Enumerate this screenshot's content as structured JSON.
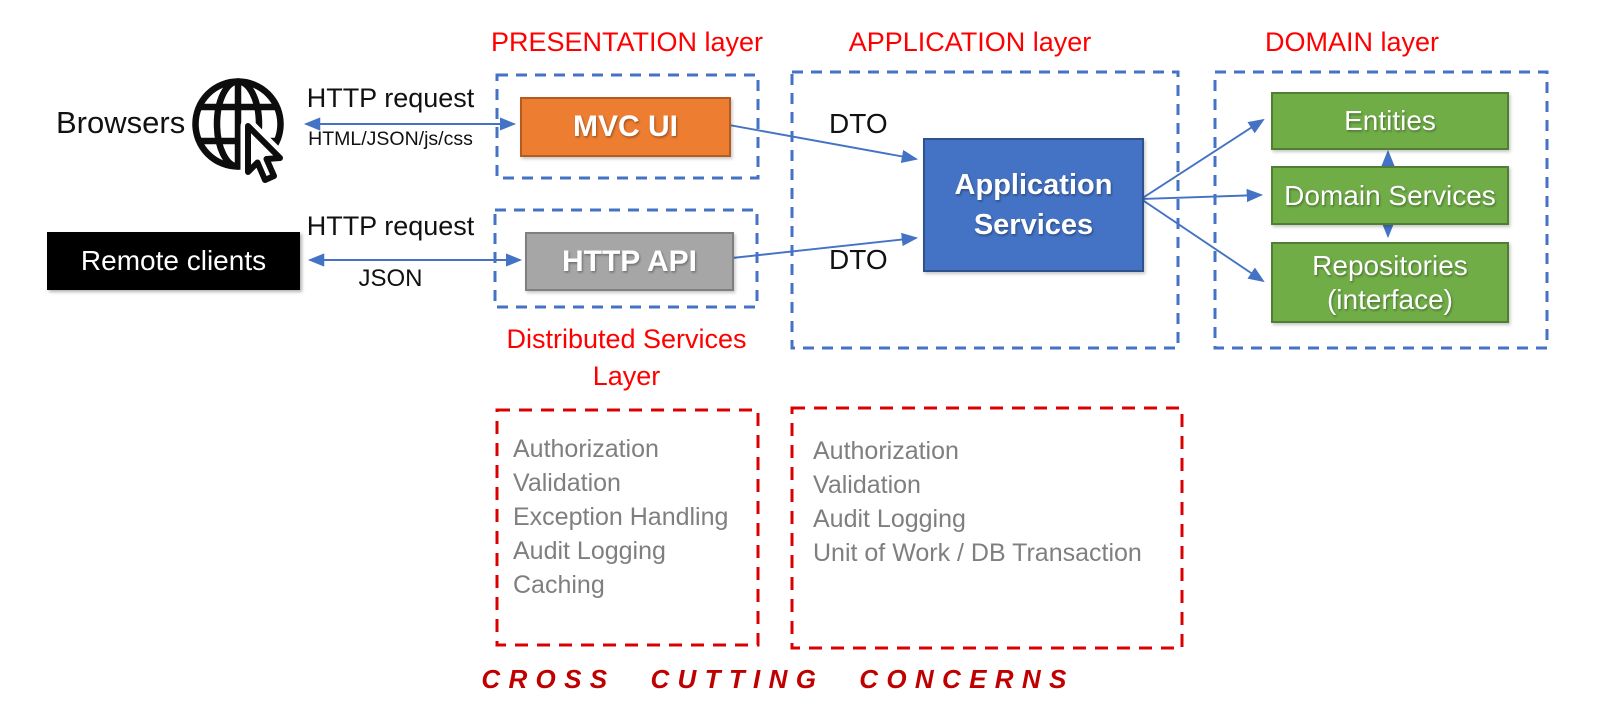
{
  "left": {
    "browsers_label": "Browsers",
    "remote_clients_label": "Remote clients",
    "browser_link": {
      "top": "HTTP request",
      "bottom": "HTML/JSON/js/css"
    },
    "remote_link": {
      "top": "HTTP request",
      "bottom": "JSON"
    }
  },
  "layers": {
    "presentation": {
      "title": "PRESENTATION layer",
      "component": "MVC UI"
    },
    "distributed": {
      "title": "Distributed Services Layer",
      "component": "HTTP API"
    },
    "application": {
      "title": "APPLICATION layer",
      "component": "Application Services",
      "dto_top": "DTO",
      "dto_bottom": "DTO"
    },
    "domain": {
      "title": "DOMAIN layer",
      "components": [
        "Entities",
        "Domain Services",
        "Repositories (interface)"
      ]
    }
  },
  "cross_cutting": {
    "title": "C R O S S    C U T T I N G    C O N C E R N S",
    "title_plain": "CROSS CUTTING CONCERNS",
    "distributed_box_items": [
      "Authorization",
      "Validation",
      "Exception Handling",
      "Audit Logging",
      "Caching"
    ],
    "application_box_items": [
      "Authorization",
      "Validation",
      "Audit Logging",
      "Unit of Work / DB Transaction"
    ]
  },
  "colors": {
    "layer_title_red": "#FF0000",
    "dashed_red": "#DB0000",
    "cross_cutting_red": "#C00000",
    "dashed_blue": "#4472C4",
    "arrow_blue": "#4472C4",
    "mvc_orange": "#ED7D31",
    "api_gray": "#A6A6A6",
    "app_blue": "#4472C4",
    "domain_green": "#70AD47",
    "concern_text_gray": "#7F7F7F"
  }
}
